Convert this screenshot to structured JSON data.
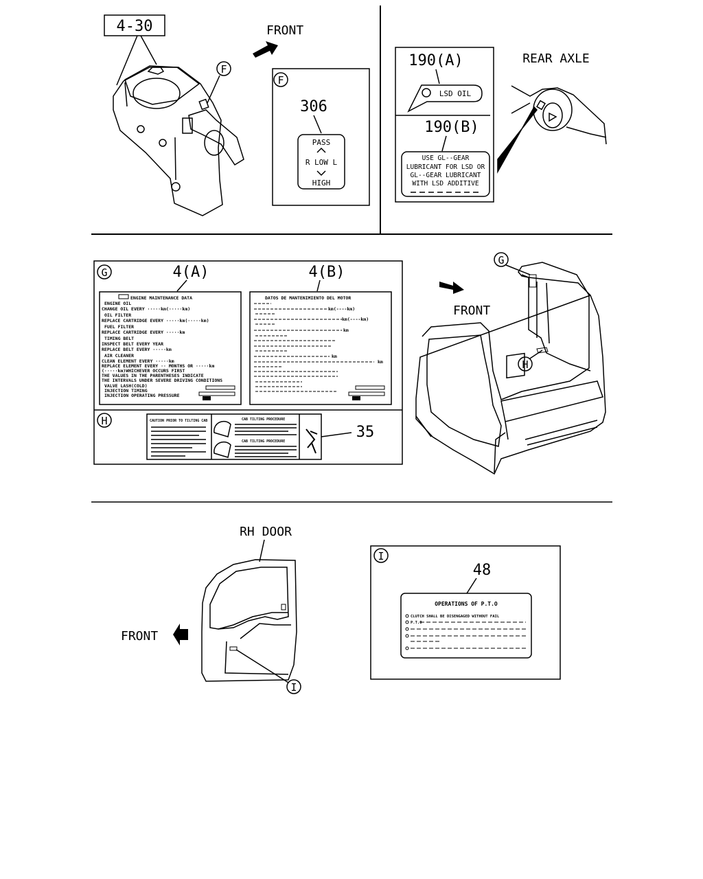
{
  "panel1": {
    "part_ref": "4-30",
    "front_label": "FRONT",
    "callout": "F"
  },
  "panel_f": {
    "letter": "F",
    "part_no": "306",
    "label_pass": "PASS",
    "label_low": "R LOW L",
    "label_high": "HIGH"
  },
  "panel_rear": {
    "part_a": "190(A)",
    "lsd_oil": "LSD OIL",
    "part_b": "190(B)",
    "text_lines": [
      "USE GL--GEAR",
      "LUBRICANT FOR LSD OR",
      "GL--GEAR LUBRICANT",
      "WITH LSD ADDITIVE"
    ],
    "rear_axle": "REAR AXLE"
  },
  "panel_g": {
    "letter": "G",
    "part_a": "4(A)",
    "part_b": "4(B)",
    "label_a_title": "ENGINE MAINTENANCE DATA",
    "label_a_lines": [
      "ENGINE OIL",
      "CHANGE OIL EVERY ·····km(·····km)",
      "OIL FILTER",
      "REPLACE CARTRIDGE EVERY ·····km(·····km)",
      "FUEL FILTER",
      "REPLACE CARTRIDGE EVERY ·····km",
      "TIMING BELT",
      "INSPECT BELT EVERY YEAR",
      "REPLACE BELT EVERY ·····km",
      "AIR CLEANER",
      "CLEAN ELEMENT EVERY ·····km",
      "REPLACE ELEMENT EVERY ·· MONTHS OR ·····km",
      "(·····km)WHICHEVER OCCURS FIRST",
      "THE VALUES IN THE PARENTHESES INDICATE",
      "THE INTERVALS UNDER SEVERE DRIVING CONDITIONS",
      "VALVE LASH(COLD)",
      "INJECTION TIMING",
      "INJECTION OPERATING PRESSURE"
    ],
    "label_b_title": "DATOS DE MANTENIMIENTO DEL MOTOR",
    "label_b_km": [
      "km(----km)",
      "km(----km)",
      "km",
      "km",
      "km"
    ]
  },
  "panel_h": {
    "letter": "H",
    "part_no": "35",
    "caution_title": "CAUTION PRIOR TO TILTING CAB",
    "proc_1": "CAB TILTING PROCEDURE",
    "proc_2": "CAB TILTING PROCEDURE"
  },
  "cab": {
    "front_label": "FRONT",
    "callout_g": "G",
    "callout_h": "H"
  },
  "door": {
    "title": "RH DOOR",
    "front_label": "FRONT",
    "callout": "I"
  },
  "panel_i": {
    "letter": "I",
    "part_no": "48",
    "title": "OPERATIONS OF P.T.O",
    "lines": [
      "CLUTCH SHALL BE DISENGAGED WITHOUT FAIL",
      "P.T.O"
    ]
  }
}
